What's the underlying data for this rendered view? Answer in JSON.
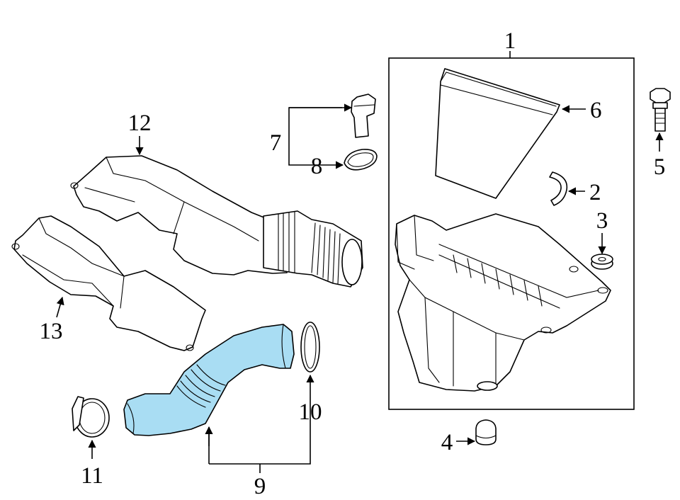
{
  "diagram": {
    "highlight_color": "#a9ddf3",
    "callouts": {
      "c1": "1",
      "c2": "2",
      "c3": "3",
      "c4": "4",
      "c5": "5",
      "c6": "6",
      "c7": "7",
      "c8": "8",
      "c9": "9",
      "c10": "10",
      "c11": "11",
      "c12": "12",
      "c13": "13"
    }
  }
}
